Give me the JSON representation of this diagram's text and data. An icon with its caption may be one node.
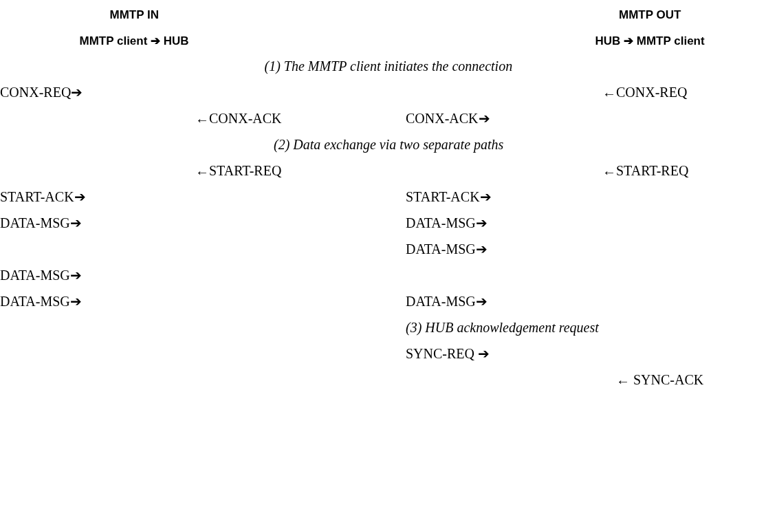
{
  "diagram": {
    "labels": [
      "MMTP IN",
      "MMTP OUT",
      "MMTP client ➔ HUB",
      "HUB ➔ MMTP client",
      "(1) The MMTP client initiates the connection",
      "CONX-REQ➔",
      "←CONX-REQ",
      "←CONX-ACK",
      "CONX-ACK➔",
      "(2) Data exchange via two separate paths",
      "←START-REQ",
      "←START-REQ",
      "START-ACK➔",
      "START-ACK➔",
      "DATA-MSG➔",
      "DATA-MSG➔",
      "DATA-MSG➔",
      "DATA-MSG➔",
      "DATA-MSG➔",
      "DATA-MSG➔",
      "(3) HUB acknowledgement request",
      "SYNC-REQ ➔",
      "← SYNC-ACK"
    ]
  }
}
